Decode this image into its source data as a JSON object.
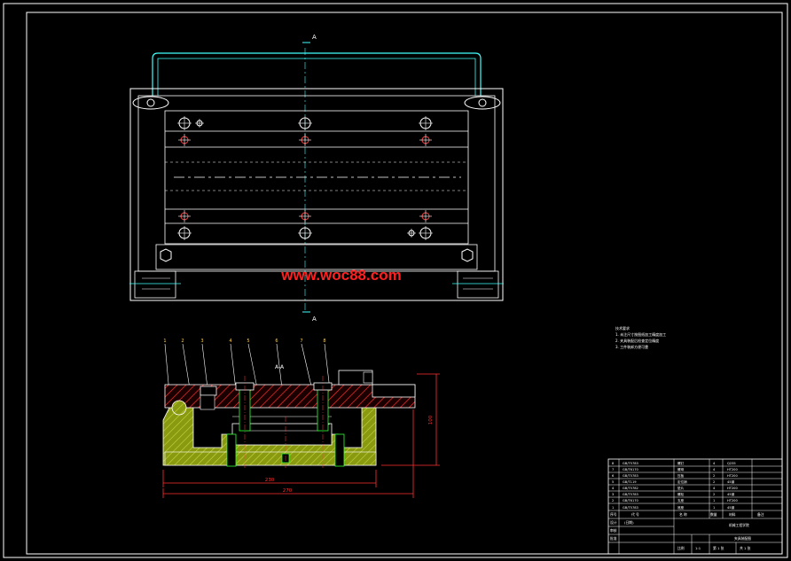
{
  "drawing": {
    "watermark": "www.woc88.com",
    "section_marker_top": "A",
    "section_marker_bottom": "A",
    "section_view_label": "A-A",
    "dimensions": {
      "inner_width": "230",
      "overall_width": "270",
      "height": "100"
    },
    "balloons": [
      "1",
      "2",
      "3",
      "4",
      "5",
      "6",
      "7",
      "8"
    ],
    "notes": {
      "title": "技术要求",
      "lines": [
        "1. 未注尺寸按图纸加工精度加工",
        "2. 夹具装配后检查定位精度",
        "3. 工件装卸方便可靠"
      ]
    }
  },
  "title_block": {
    "rows": [
      {
        "no": "8",
        "code": "GB/T5783",
        "name": "螺钉",
        "qty": "4",
        "material": "Q235"
      },
      {
        "no": "7",
        "code": "GB/T6170",
        "name": "螺母",
        "qty": "4",
        "material": "HT200"
      },
      {
        "no": "6",
        "code": "GB/T5783",
        "name": "压板",
        "qty": "2",
        "material": "HT200"
      },
      {
        "no": "5",
        "code": "GB/T119",
        "name": "定位销",
        "qty": "2",
        "material": "45钢"
      },
      {
        "no": "4",
        "code": "GB/T5782",
        "name": "垫片",
        "qty": "4",
        "material": "HT200"
      },
      {
        "no": "3",
        "code": "GB/T5783",
        "name": "螺栓",
        "qty": "2",
        "material": "45钢"
      },
      {
        "no": "2",
        "code": "GB/T6170",
        "name": "支座",
        "qty": "1",
        "material": "HT200"
      },
      {
        "no": "1",
        "code": "GB/T5783",
        "name": "底座",
        "qty": "1",
        "material": "45钢"
      }
    ],
    "header": {
      "no": "序号",
      "code": "代  号",
      "name": "名  称",
      "qty": "数量",
      "material": "材料",
      "remark": "备注"
    },
    "school": "机械工程学院",
    "title": "夹具装配图",
    "design_label": "设计",
    "check_label": "审核",
    "approve_label": "批准",
    "date_label": "(日期)",
    "scale_label": "比例",
    "scale_value": "1:1",
    "sheet_label": "第  1  张",
    "count_label": "共  1  张"
  },
  "colors": {
    "background": "#000000",
    "frame": "#ffffff",
    "outline": "#ffffff",
    "center_line": "#ff4040",
    "construction": "#40ffff",
    "hatch": "#ff3030",
    "body_fill": "#a0b020",
    "dimension": "#ff3030",
    "balloon": "#ffd040",
    "watermark": "#ff2020",
    "bolt": "#30ff30"
  }
}
